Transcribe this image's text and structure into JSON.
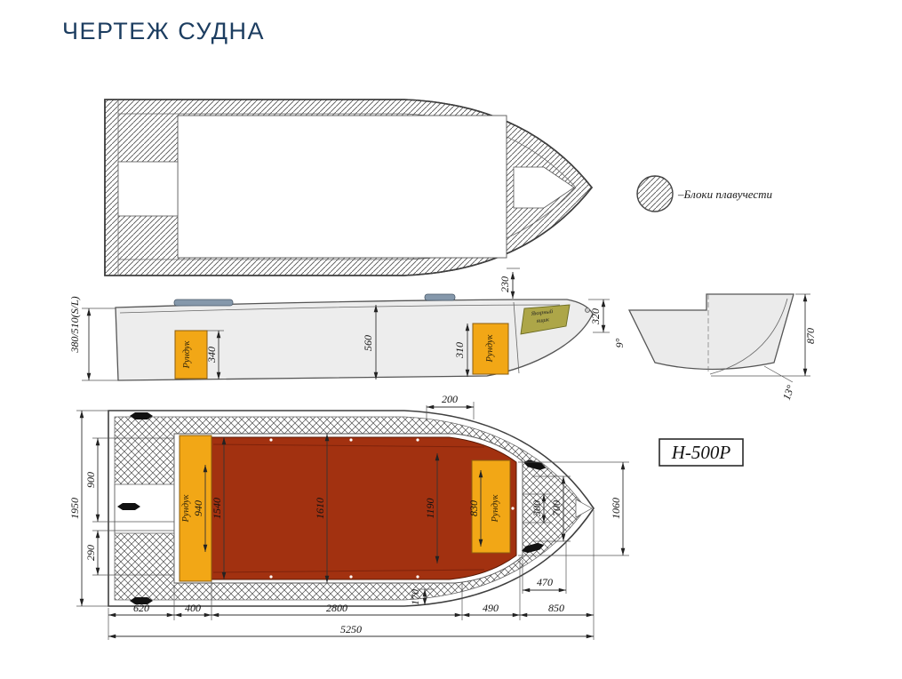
{
  "page": {
    "title": "ЧЕРТЕЖ СУДНА"
  },
  "model": {
    "label": "Н-500Р"
  },
  "legend": {
    "flotation_label": "–Блоки плавучести"
  },
  "labels": {
    "locker": "Рундук",
    "anchor_box_line1": "Якорный",
    "anchor_box_line2": "ящик"
  },
  "dims": {
    "side_height": "380/510(S/L)",
    "side_230": "230",
    "side_320": "320",
    "side_560": "560",
    "side_340": "340",
    "side_310": "310",
    "transom_870": "870",
    "transom_angle_left": "9°",
    "transom_angle_right": "13°",
    "plan_1950": "1950",
    "plan_900": "900",
    "plan_290": "290",
    "plan_1540": "1540",
    "plan_940": "940",
    "plan_1610": "1610",
    "plan_1190": "1190",
    "plan_830": "830",
    "plan_300": "300",
    "plan_700": "700",
    "plan_1060": "1060",
    "plan_200": "200",
    "plan_470": "470",
    "plan_170": "170",
    "plan_620": "620",
    "plan_400": "400",
    "plan_2800": "2800",
    "plan_490": "490",
    "plan_850": "850",
    "plan_5250": "5250"
  }
}
